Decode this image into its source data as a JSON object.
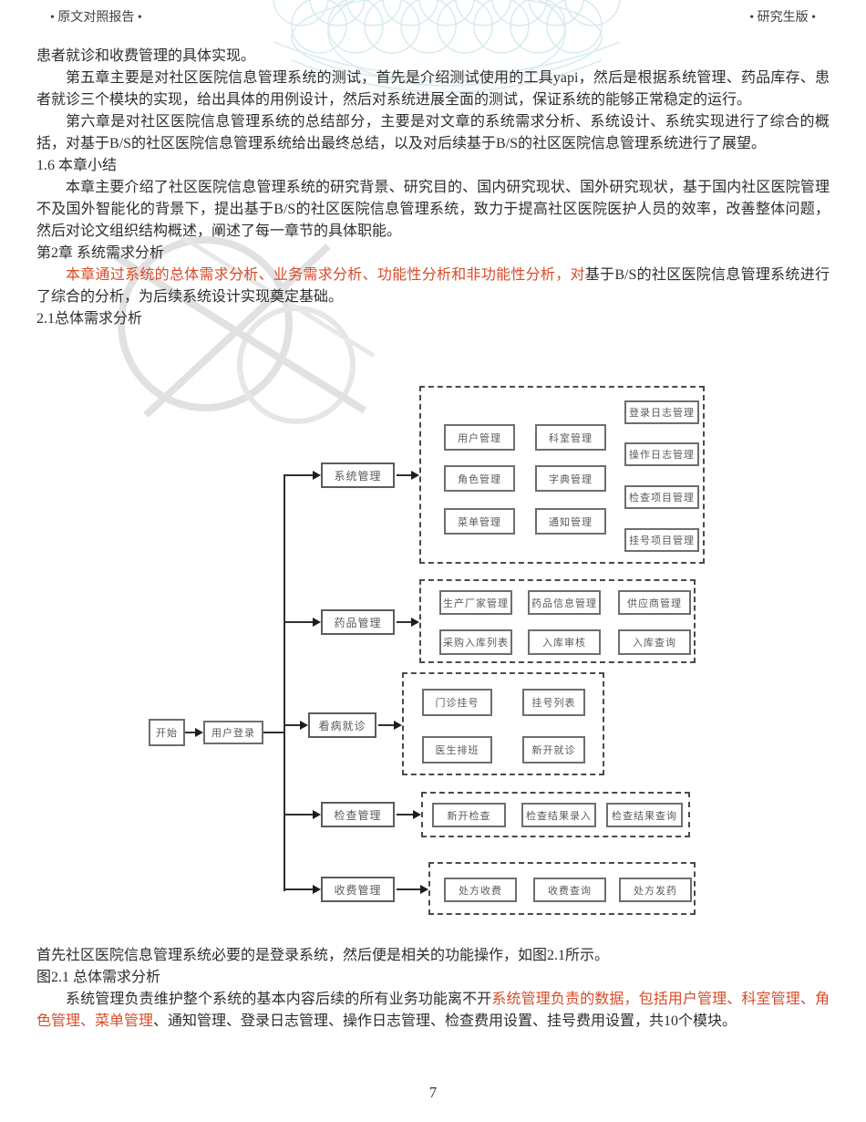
{
  "header": {
    "left": "• 原文对照报告 •",
    "right": "• 研究生版 •"
  },
  "content": {
    "p1": "患者就诊和收费管理的具体实现。",
    "p2": "第五章主要是对社区医院信息管理系统的测试，首先是介绍测试使用的工具yapi，然后是根据系统管理、药品库存、患者就诊三个模块的实现，给出具体的用例设计，然后对系统进展全面的测试，保证系统的能够正常稳定的运行。",
    "p3": "第六章是对社区医院信息管理系统的总结部分，主要是对文章的系统需求分析、系统设计、系统实现进行了综合的概括，对基于B/S的社区医院信息管理系统给出最终总结，以及对后续基于B/S的社区医院信息管理系统进行了展望。",
    "h16": "1.6 本章小结",
    "p4": "本章主要介绍了社区医院信息管理系统的研究背景、研究目的、国内研究现状、国外研究现状，基于国内社区医院管理不及国外智能化的背景下，提出基于B/S的社区医院信息管理系统，致力于提高社区医院医护人员的效率，改善整体问题，然后对论文组织结构概述，阐述了每一章节的具体职能。",
    "hch2": "第2章 系统需求分析",
    "p5_red": "本章通过系统的总体需求分析、业务需求分析、功能性分析和非功能性分析，对",
    "p5_black": "基于B/S的社区医院信息管理系统进行了综合的分析，为后续系统设计实现奠定基础。",
    "h21": "2.1总体需求分析",
    "p6": "首先社区医院信息管理系统必要的是登录系统，然后便是相关的功能操作，如图2.1所示。",
    "fig_caption": "图2.1 总体需求分析",
    "p7_black1": "系统管理负责维护整个系统的基本内容后续的所有业务功能离不开",
    "p7_red": "系统管理负责的数据，包括用户管理、科室管理、角色管理、菜单管理",
    "p7_black2": "、通知管理、登录日志管理、操作日志管理、检查费用设置、挂号费用设置，共10个模块。"
  },
  "diagram": {
    "start_label": "开始",
    "login_label": "用户登录",
    "groups": [
      {
        "label": "系统管理",
        "items": [
          "用户管理",
          "科室管理",
          "登录日志管理",
          "角色管理",
          "字典管理",
          "操作日志管理",
          "菜单管理",
          "通知管理",
          "检查项目管理",
          "挂号项目管理"
        ]
      },
      {
        "label": "药品管理",
        "items": [
          "生产厂家管理",
          "药品信息管理",
          "供应商管理",
          "采购入库列表",
          "入库审核",
          "入库查询"
        ]
      },
      {
        "label": "看病就诊",
        "items": [
          "门诊挂号",
          "挂号列表",
          "医生排班",
          "新开就诊"
        ]
      },
      {
        "label": "检查管理",
        "items": [
          "新开检查",
          "检查结果录入",
          "检查结果查询"
        ]
      },
      {
        "label": "收费管理",
        "items": [
          "处方收费",
          "收费查询",
          "处方发药"
        ]
      }
    ]
  },
  "footer": {
    "page_number": "7"
  },
  "colors": {
    "highlight_red": "#d84b28",
    "body_text": "#2d2d2d",
    "diagram_line": "#2f2f2f",
    "watermark_gray": "#dedede",
    "guilloche_teal": "#d9ecef"
  }
}
